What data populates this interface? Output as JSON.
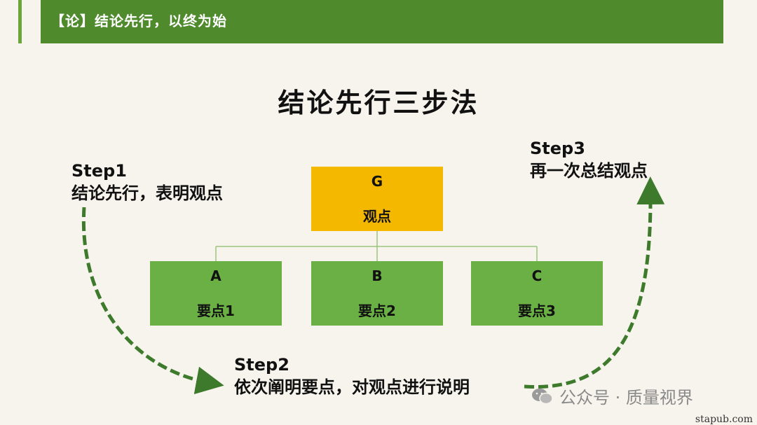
{
  "header": {
    "title": "【论】结论先行，以终为始"
  },
  "main_title": "结论先行三步法",
  "steps": [
    {
      "line1": "Step1",
      "line2": "结论先行，表明观点"
    },
    {
      "line1": "Step2",
      "line2": "依次阐明要点，对观点进行说明"
    },
    {
      "line1": "Step3",
      "line2": "再一次总结观点"
    }
  ],
  "top_box": {
    "letter": "G",
    "label": "观点"
  },
  "sub_boxes": [
    {
      "letter": "A",
      "label": "要点1"
    },
    {
      "letter": "B",
      "label": "要点2"
    },
    {
      "letter": "C",
      "label": "要点3"
    }
  ],
  "watermark": {
    "text": "公众号 · 质量视界",
    "icon": "wechat-icon"
  },
  "footer": {
    "text": "stapub.com"
  },
  "colors": {
    "header_bg": "#4f8a2c",
    "top_box": "#f5b800",
    "sub_box": "#6ab045",
    "arrow": "#3e7a2c"
  }
}
